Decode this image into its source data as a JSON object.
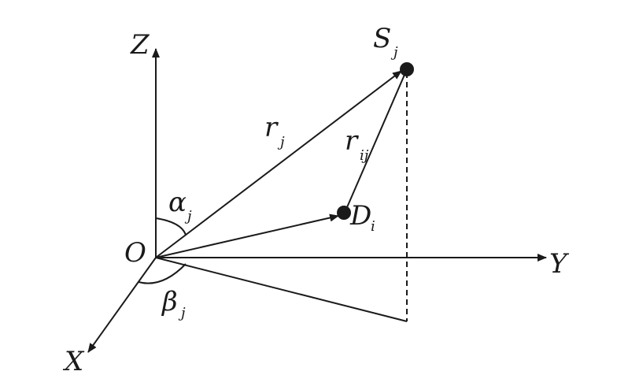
{
  "labels": {
    "z_axis": "Z",
    "y_axis": "Y",
    "x_axis": "X",
    "origin": "O",
    "source_main": "S",
    "source_sub": "j",
    "detector_main": "D",
    "detector_sub": "i",
    "r_j_main": "r",
    "r_j_sub": "j",
    "r_ij_main": "r",
    "r_ij_sub": "ij",
    "alpha_main": "α",
    "alpha_sub": "j",
    "beta_main": "β",
    "beta_sub": "j"
  },
  "colors": {
    "ink": "#1a1a1a",
    "background": "#ffffff"
  }
}
